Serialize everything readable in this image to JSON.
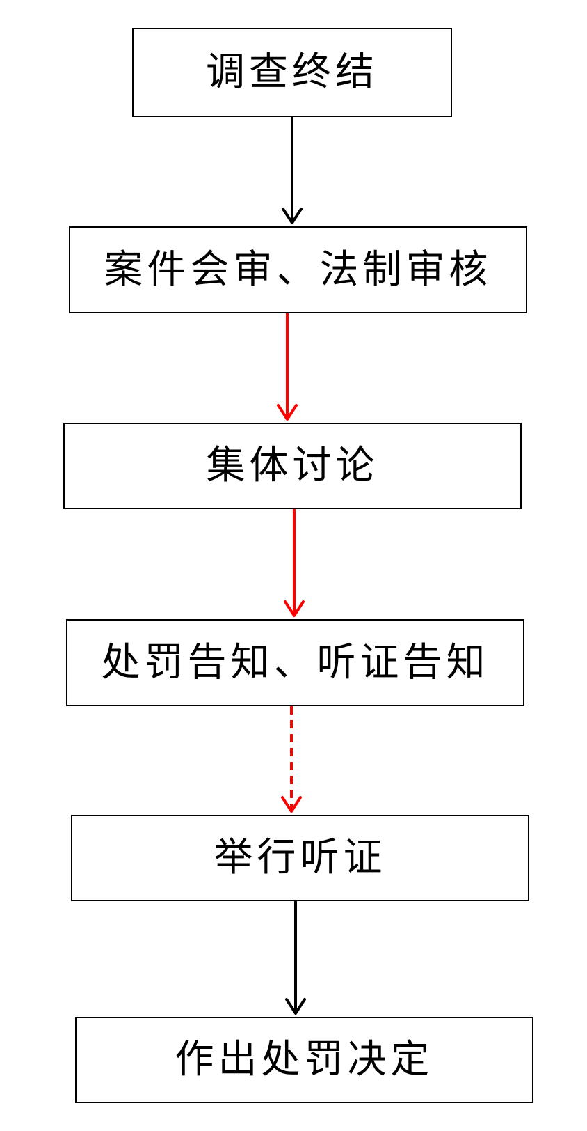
{
  "steps": [
    {
      "label": "调查终结"
    },
    {
      "label": "案件会审、法制审核"
    },
    {
      "label": "集体讨论"
    },
    {
      "label": "处罚告知、听证告知"
    },
    {
      "label": "举行听证"
    },
    {
      "label": "作出处罚决定"
    }
  ],
  "connectors": [
    {
      "from": 1,
      "to": 2,
      "color": "#000000",
      "style": "solid"
    },
    {
      "from": 2,
      "to": 3,
      "color": "#ff0000",
      "style": "solid"
    },
    {
      "from": 3,
      "to": 4,
      "color": "#ff0000",
      "style": "solid"
    },
    {
      "from": 4,
      "to": 5,
      "color": "#ff0000",
      "style": "dashed"
    },
    {
      "from": 5,
      "to": 6,
      "color": "#000000",
      "style": "solid"
    }
  ]
}
